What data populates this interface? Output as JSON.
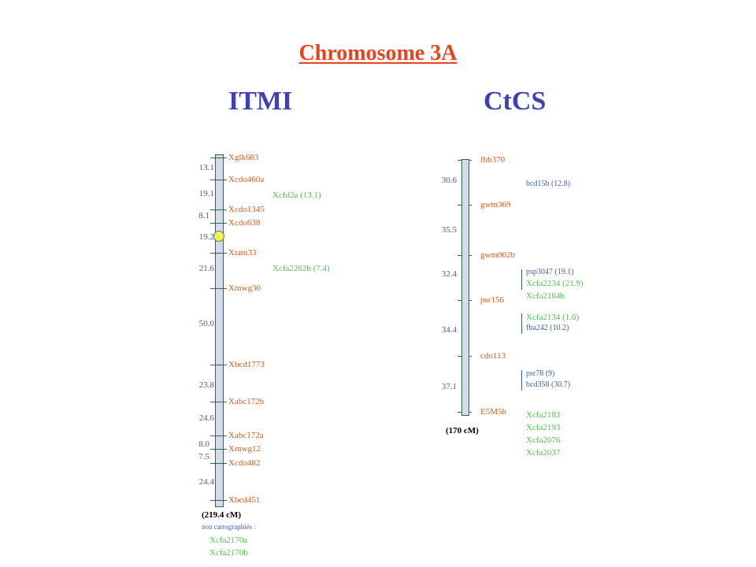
{
  "title": "Chromosome 3A",
  "itmi": {
    "heading": "ITMI",
    "distances": [
      "13.1",
      "19.1",
      "8.1",
      "19.2",
      "21.6",
      "50.0",
      "23.8",
      "24.6",
      "8.0",
      "7.5",
      "24.4"
    ],
    "markers": [
      "Xglk683",
      "Xcdo460a",
      "Xcdo1345",
      "Xcdo638",
      "Xtam33",
      "Xmwg30",
      "Xbcd1773",
      "Xabc172b",
      "Xabc172a",
      "Xmwg12",
      "Xcdo482",
      "Xbcd451"
    ],
    "side_markers": [
      "Xcfd2a (13.1)",
      "Xcfa2262b (7.4)"
    ],
    "total": "(219.4 cM)",
    "note": "non cartographiés :",
    "unmapped": [
      "Xcfa2170a",
      "Xcfa2170b"
    ]
  },
  "ctcs": {
    "heading": "CtCS",
    "distances": [
      "30.6",
      "35.5",
      "32.4",
      "34.4",
      "37.1"
    ],
    "markers": [
      "fbb370",
      "gwm369",
      "gwm002b",
      "psr156",
      "cdo113",
      "E5M5h"
    ],
    "side_blue": [
      "bcd15b (12.8)",
      "psp3047 (19.1)",
      "fba242 (10.2)",
      "psr78 (9)",
      "bcd358 (30.7)"
    ],
    "side_green": [
      "Xcfa2234 (21.9)",
      "Xcfa2164b",
      "Xcfa2134 (1.6)"
    ],
    "bottom_green": [
      "Xcfa2183",
      "Xcfa2193",
      "Xcfa2076",
      "Xcfa2037"
    ],
    "total": "(170 cM)"
  },
  "colors": {
    "title": "#e8431f",
    "heading": "#3f3fb8",
    "marker": "#d65a1a",
    "green_marker": "#4ec24e",
    "blue_text": "#3a5fb0",
    "chromosome_fill": "#d3dcec",
    "centromere": "#f2f05c"
  }
}
